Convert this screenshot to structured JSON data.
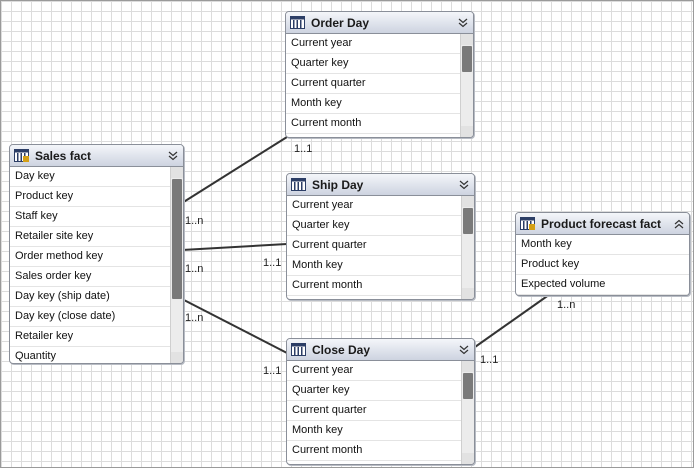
{
  "tables": {
    "order_day": {
      "title": "Order Day",
      "fields": [
        "Current year",
        "Quarter key",
        "Current quarter",
        "Month key",
        "Current month"
      ]
    },
    "sales_fact": {
      "title": "Sales fact",
      "fields": [
        "Day key",
        "Product key",
        "Staff key",
        "Retailer site key",
        "Order method key",
        "Sales order key",
        "Day key (ship date)",
        "Day key (close date)",
        "Retailer key",
        "Quantity"
      ]
    },
    "ship_day": {
      "title": "Ship Day",
      "fields": [
        "Current year",
        "Quarter key",
        "Current quarter",
        "Month key",
        "Current month"
      ]
    },
    "product_forecast_fact": {
      "title": "Product forecast fact",
      "fields": [
        "Month key",
        "Product key",
        "Expected volume"
      ]
    },
    "close_day": {
      "title": "Close Day",
      "fields": [
        "Current year",
        "Quarter key",
        "Current quarter",
        "Month key",
        "Current month"
      ]
    }
  },
  "relationships": [
    {
      "from": "sales_fact",
      "to": "order_day",
      "from_cardinality": "1..n",
      "to_cardinality": "1..1"
    },
    {
      "from": "sales_fact",
      "to": "ship_day",
      "from_cardinality": "1..n",
      "to_cardinality": "1..1"
    },
    {
      "from": "sales_fact",
      "to": "close_day",
      "from_cardinality": "1..n",
      "to_cardinality": "1..1"
    },
    {
      "from": "product_forecast_fact",
      "to": "close_day",
      "from_cardinality": "1..n",
      "to_cardinality": "1..1"
    }
  ],
  "icons": {
    "table": "table-icon",
    "collapse": "chevron-down-icon",
    "expand": "chevron-up-icon"
  },
  "colors": {
    "header_top": "#f4f6fa",
    "header_bottom": "#cdd3e0",
    "line": "#333333",
    "grid": "#dcdcdc"
  }
}
